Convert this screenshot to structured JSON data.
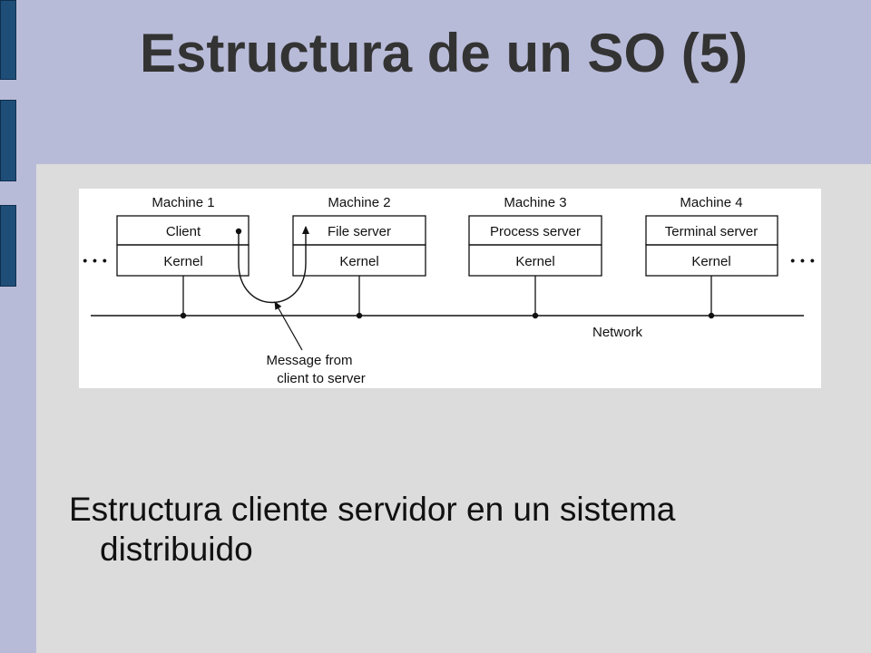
{
  "slide": {
    "title": "Estructura de un SO (5)",
    "caption_line1": "Estructura cliente servidor en un sistema",
    "caption_line2": "distribuido"
  },
  "diagram": {
    "machines": [
      {
        "name": "Machine 1",
        "process": "Client",
        "kernel": "Kernel"
      },
      {
        "name": "Machine 2",
        "process": "File server",
        "kernel": "Kernel"
      },
      {
        "name": "Machine 3",
        "process": "Process server",
        "kernel": "Kernel"
      },
      {
        "name": "Machine 4",
        "process": "Terminal server",
        "kernel": "Kernel"
      }
    ],
    "network_label": "Network",
    "message_label_line1": "Message from",
    "message_label_line2": "client to server",
    "ellipsis": "• • •"
  },
  "colors": {
    "background": "#b8bbd8",
    "content": "#dcdcdc",
    "accent_bar": "#1e4e78",
    "title": "#333333"
  }
}
